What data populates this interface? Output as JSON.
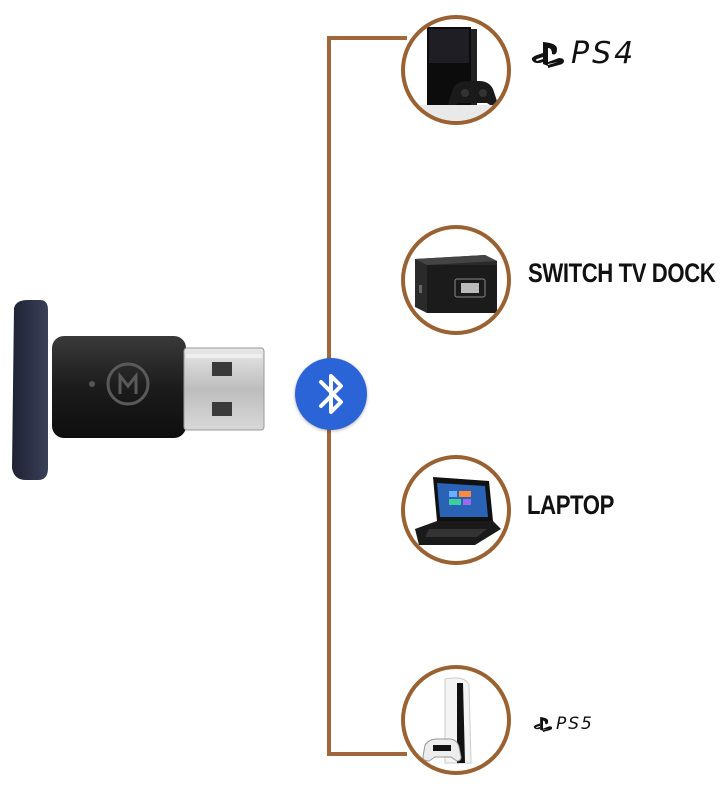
{
  "devices": [
    {
      "id": "ps4",
      "brand_text": "PS4",
      "icon": "playstation-logo-icon"
    },
    {
      "id": "switch",
      "label": "SWITCH TV DOCK"
    },
    {
      "id": "laptop",
      "label": "LAPTOP"
    },
    {
      "id": "ps5",
      "brand_text": "PS5",
      "icon": "playstation-logo-icon"
    }
  ],
  "colors": {
    "line": "#a0683a",
    "circle_border": "#9a6232",
    "bluetooth": "#2a64d6",
    "text": "#111111"
  },
  "icons": {
    "center": "bluetooth-icon",
    "adapter": "usb-dongle-icon"
  }
}
